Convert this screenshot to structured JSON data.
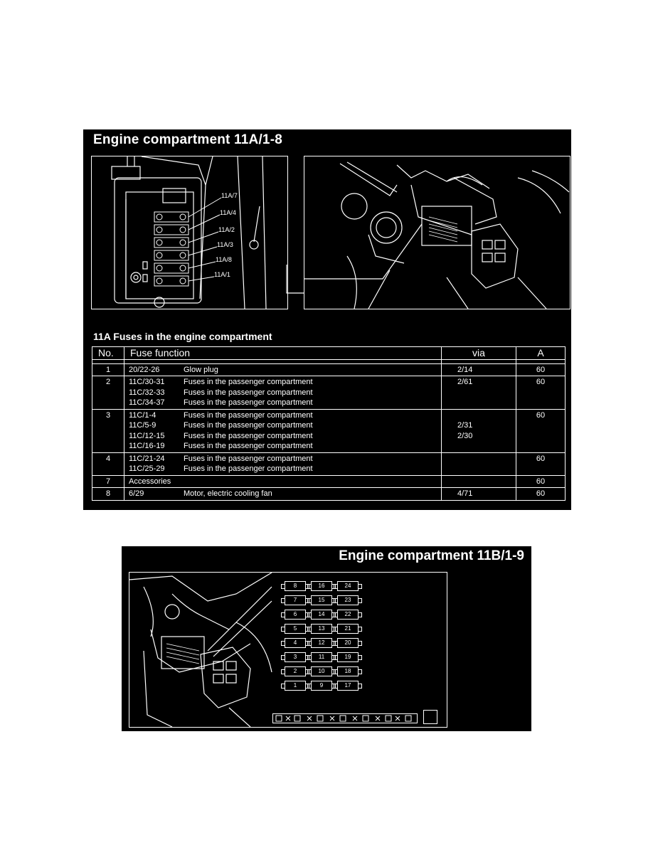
{
  "section_a": {
    "title": "Engine compartment 11A/1-8",
    "callouts": [
      "11A/7",
      "11A/4",
      "11A/2",
      "11A/3",
      "11A/8",
      "11A/1"
    ],
    "table_title": "11A Fuses in the engine compartment",
    "columns": {
      "no": "No.",
      "function": "Fuse function",
      "via": "via",
      "amps": "A"
    },
    "rows": [
      {
        "no": "1",
        "lines": [
          {
            "code": "20/22-26",
            "text": "Glow plug",
            "via": "2/14"
          }
        ],
        "amps": "60"
      },
      {
        "no": "2",
        "lines": [
          {
            "code": "11C/30-31",
            "text": "Fuses in the passenger compartment",
            "via": "2/61"
          },
          {
            "code": "11C/32-33",
            "text": "Fuses in the passenger compartment",
            "via": ""
          },
          {
            "code": "11C/34-37",
            "text": "Fuses in the passenger compartment",
            "via": ""
          }
        ],
        "amps": "60"
      },
      {
        "no": "3",
        "lines": [
          {
            "code": "11C/1-4",
            "text": "Fuses in the passenger compartment",
            "via": ""
          },
          {
            "code": "11C/5-9",
            "text": "Fuses in the passenger compartment",
            "via": "2/31"
          },
          {
            "code": "11C/12-15",
            "text": "Fuses in the passenger compartment",
            "via": "2/30"
          },
          {
            "code": "11C/16-19",
            "text": "Fuses in the passenger compartment",
            "via": ""
          }
        ],
        "amps": "60"
      },
      {
        "no": "4",
        "lines": [
          {
            "code": "11C/21-24",
            "text": "Fuses in the passenger compartment",
            "via": ""
          },
          {
            "code": "11C/25-29",
            "text": "Fuses in the passenger compartment",
            "via": ""
          }
        ],
        "amps": "60"
      },
      {
        "no": "7",
        "lines": [
          {
            "code": "Accessories",
            "text": "",
            "via": ""
          }
        ],
        "amps": "60"
      },
      {
        "no": "8",
        "lines": [
          {
            "code": "6/29",
            "text": "Motor, electric cooling fan",
            "via": "4/71"
          }
        ],
        "amps": "60"
      }
    ]
  },
  "section_b": {
    "title": "Engine compartment 11B/1-9",
    "fuse_columns": [
      [
        "8",
        "7",
        "6",
        "5",
        "4",
        "3",
        "2",
        "1"
      ],
      [
        "16",
        "15",
        "14",
        "13",
        "12",
        "11",
        "10",
        "9"
      ],
      [
        "24",
        "23",
        "22",
        "21",
        "20",
        "19",
        "18",
        "17"
      ]
    ]
  }
}
